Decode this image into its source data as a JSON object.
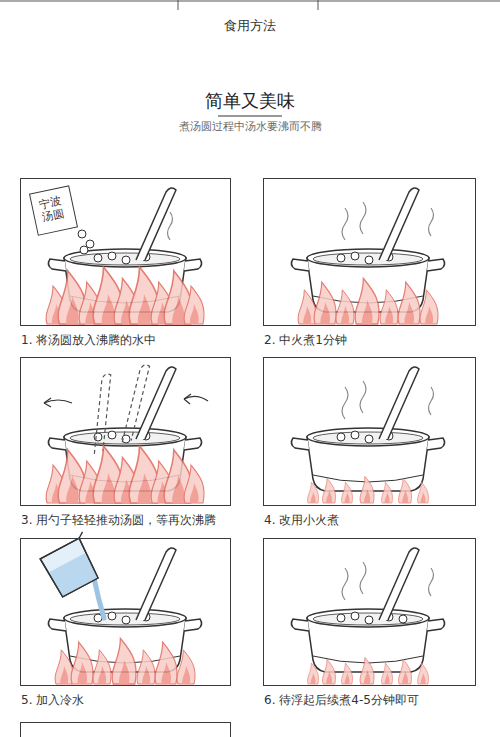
{
  "diagram": {
    "title": "食用方法",
    "nodes": [
      {
        "text": [
          "1. 将汤圆放入沸腾的水中"
        ]
      },
      {
        "text": [
          "宁波 汤圆"
        ],
        "in": 0
      },
      {
        "text": [
          "2. 中火煮1分钟"
        ]
      },
      {
        "text": [
          "3. 用勺子轻轻推动汤圆，等再次沸腾"
        ]
      },
      {
        "text": [
          "4. 改用小火煮"
        ]
      },
      {
        "text": [
          "5. 加入冷水"
        ]
      },
      {
        "text": [
          "6. 待浮起后续煮4-5分钟即可"
        ]
      }
    ],
    "labels": [
      "简单又美味",
      "煮汤圆过程中汤水要沸而不腾"
    ]
  }
}
